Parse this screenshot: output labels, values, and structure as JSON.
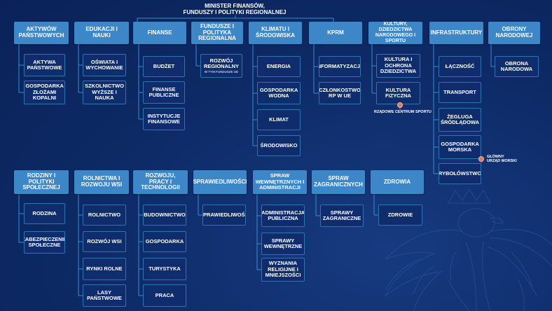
{
  "top": {
    "label_line1": "MINISTER FINANSÓW,",
    "label_line2": "FUNDUSZY I POLITYKI REGIONALNEJ"
  },
  "colors": {
    "background": "#0d2a66",
    "head": "#3d86c8",
    "sub": "#0f2d6c",
    "line": "#3c8bd0",
    "dot": "#e07a5f"
  },
  "ministries": [
    {
      "name": "AKTYWÓW PAŃSTWOWYCH",
      "units": [
        {
          "name": "AKTYWA PAŃSTWOWE"
        },
        {
          "name": "GOSPODARKA ZŁOŻAMI KOPALNI"
        }
      ]
    },
    {
      "name": "EDUKACJI I NAUKI",
      "units": [
        {
          "name": "OŚWIATA I WYCHOWANIE"
        },
        {
          "name": "SZKOLNICTWO WYŻSZE I NAUKA"
        }
      ]
    },
    {
      "name": "FINANSE",
      "units": [
        {
          "name": "BUDŻET"
        },
        {
          "name": "FINANSE PUBLICZNE"
        },
        {
          "name": "INSTYTUCJE FINANSOWE"
        }
      ]
    },
    {
      "name": "FUNDUSZE I POLITYKA REGIONALNA",
      "units": [
        {
          "name": "ROZWÓJ REGIONALNY",
          "small": "W TYM FUNDUSZE UE"
        }
      ]
    },
    {
      "name": "KLIMATU I ŚRODOWISKA",
      "units": [
        {
          "name": "ENERGIA"
        },
        {
          "name": "GOSPODARKA WODNA"
        },
        {
          "name": "KLIMAT"
        },
        {
          "name": "ŚRODOWISKO"
        }
      ]
    },
    {
      "name": "KPRM",
      "units": [
        {
          "name": "INFORMATYZACJA"
        },
        {
          "name": "CZŁONKOSTWO RP W UE"
        }
      ]
    },
    {
      "name": "KULTURY, DZIEDZICTWA NARODOWEGO I SPORTU",
      "units": [
        {
          "name": "KULTURA I OCHRONA DZIEDZICTWA"
        },
        {
          "name": "KULTURA FIZYCZNA"
        }
      ]
    },
    {
      "name": "INFRASTRUKTURY",
      "units": [
        {
          "name": "ŁĄCZNOŚĆ"
        },
        {
          "name": "TRANSPORT"
        },
        {
          "name": "ŻEGLUGA ŚRÓDLĄDOWA"
        },
        {
          "name": "GOSPODARKA MORSKA"
        },
        {
          "name": "RYBOŁÓWSTWO"
        }
      ]
    },
    {
      "name": "OBRONY NARODOWEJ",
      "units": [
        {
          "name": "OBRONA NARODOWA"
        }
      ]
    },
    {
      "name": "RODZINY I POLITYKI SPOŁECZNEJ",
      "units": [
        {
          "name": "RODZINA"
        },
        {
          "name": "ZABEZPIECZENIE SPOŁECZNE"
        }
      ]
    },
    {
      "name": "ROLNICTWA I ROZWOJU WSI",
      "units": [
        {
          "name": "ROLNICTWO"
        },
        {
          "name": "ROZWÓJ WSI"
        },
        {
          "name": "RYNKI ROLNE"
        },
        {
          "name": "LASY PAŃSTWOWE"
        }
      ]
    },
    {
      "name": "ROZWOJU, PRACY I TECHNOLOGII",
      "units": [
        {
          "name": "BUDOWNICTWO"
        },
        {
          "name": "GOSPODARKA"
        },
        {
          "name": "TURYSTYKA"
        },
        {
          "name": "PRACA"
        }
      ]
    },
    {
      "name": "SPRAWIEDLIWOŚCI",
      "units": [
        {
          "name": "SPRAWIEDLIWOŚĆ"
        }
      ]
    },
    {
      "name": "SPRAW WEWNĘTRZNYCH I ADMINISTRACJI",
      "units": [
        {
          "name": "ADMINISTRACJA PUBLICZNA"
        },
        {
          "name": "SPRAWY WEWNĘTRZNE"
        },
        {
          "name": "WYZNANIA RELIGIJNE I MNIEJSZOŚCI"
        }
      ]
    },
    {
      "name": "SPRAW ZAGRANICZNYCH",
      "units": [
        {
          "name": "SPRAWY ZAGRANICZNE"
        }
      ]
    },
    {
      "name": "ZDROWIA",
      "units": [
        {
          "name": "ZDROWIE"
        }
      ]
    }
  ],
  "notes": [
    {
      "text": "RZĄDOWE CENTRUM SPORTU"
    },
    {
      "text_line1": "GŁÓWNY",
      "text_line2": "URZĄD MORSKI"
    }
  ]
}
